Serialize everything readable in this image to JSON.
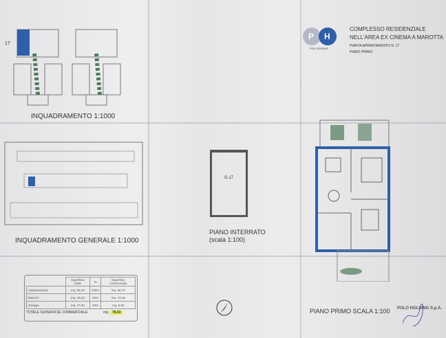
{
  "header": {
    "logo_letters": [
      "P",
      "H"
    ],
    "logo_caption": "POLO HOLDING",
    "title_line1": "COMPLESSO RESIDENZIALE",
    "title_line2": "NELL'AREA EX CINEMA A MAROTTA",
    "subtitle1": "PIANTA APPARTAMENTO N. 17",
    "subtitle2": "PIANO PRIMO"
  },
  "plans": {
    "unit_number": "17",
    "inquadramento": "INQUADRAMENTO 1:1000",
    "inquadramento_generale": "INQUADRAMENTO GENERALE 1:1000",
    "garage_label": "G.17",
    "piano_interrato": "PIANO INTERRATO",
    "piano_interrato_scale": "(scala 1:100)",
    "piano_primo": "PIANO PRIMO SCALA 1:100"
  },
  "colors": {
    "accent": "#2f5fa8",
    "highlight": "#e6f25a",
    "green": "#4d7a5a"
  },
  "table": {
    "headers": [
      "",
      "Superficie reale",
      "%",
      "Superficie commerciale"
    ],
    "rows": [
      {
        "label": "Appartamento:",
        "real": "mq. 56.15",
        "pct": "100%",
        "comm": "mq. 56.72"
      },
      {
        "label": "Balconi:",
        "real": "mq. 26.50",
        "pct": "50%",
        "comm": "mq. 13.15"
      },
      {
        "label": "Garage:",
        "real": "mq. 17.60",
        "pct": "50%",
        "comm": "mq. 8.80"
      }
    ],
    "total_label": "TOTALE SUPERFICIE COMMERCIALE:",
    "total_unit": "mq.",
    "total_value": "78.83"
  },
  "company": {
    "name": "POLO HOLDING S.p.A."
  }
}
